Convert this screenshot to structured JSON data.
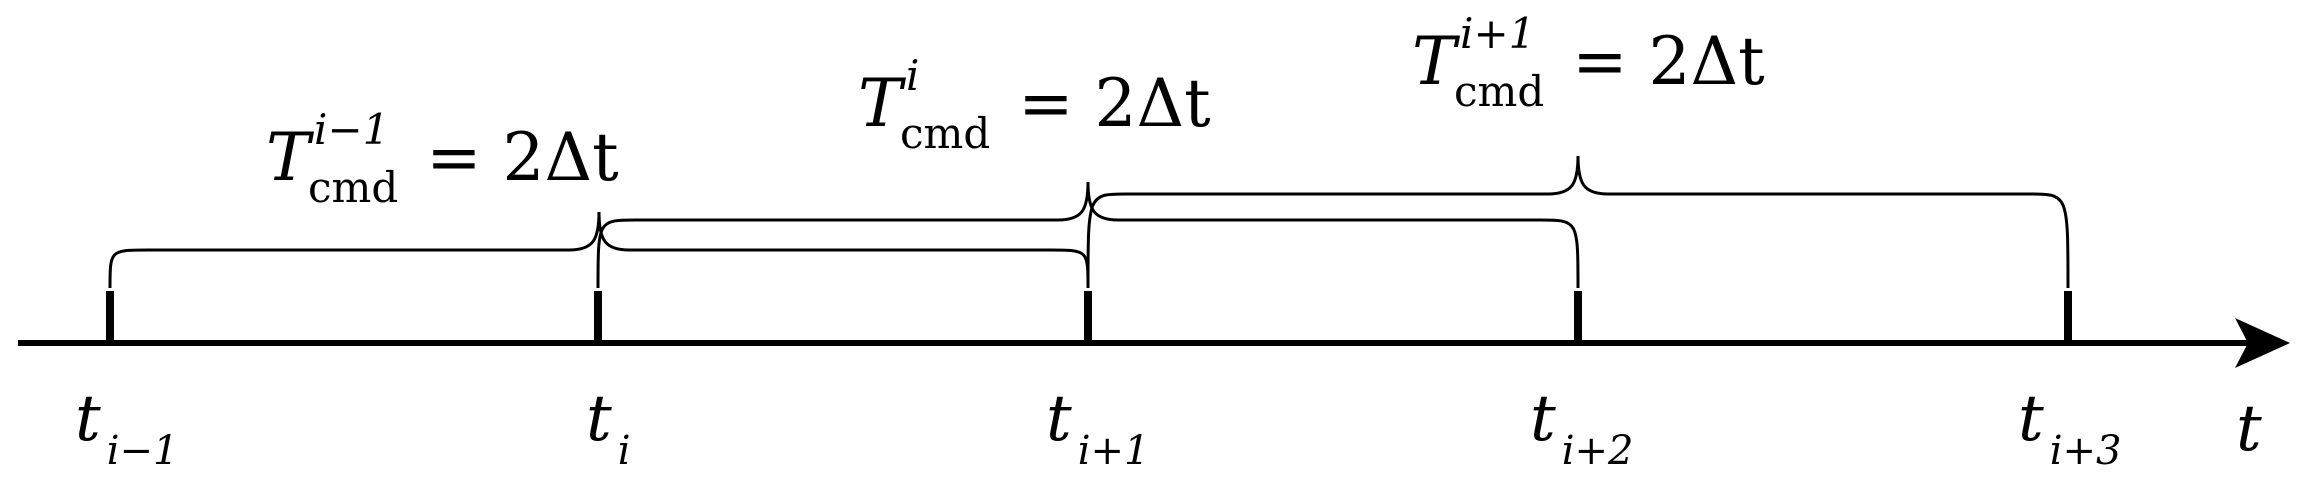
{
  "timeline": {
    "axis_label": "t",
    "ticks": [
      {
        "base": "t",
        "sub": "i−1"
      },
      {
        "base": "t",
        "sub": "i"
      },
      {
        "base": "t",
        "sub": "i+1"
      },
      {
        "base": "t",
        "sub": "i+2"
      },
      {
        "base": "t",
        "sub": "i+3"
      }
    ]
  },
  "intervals": [
    {
      "symbol": "T",
      "sup": "i−1",
      "sub": "cmd",
      "eq": "= 2Δt",
      "from_tick": 0,
      "to_tick": 2
    },
    {
      "symbol": "T",
      "sup": "i",
      "sub": "cmd",
      "eq": "= 2Δt",
      "from_tick": 1,
      "to_tick": 3
    },
    {
      "symbol": "T",
      "sup": "i+1",
      "sub": "cmd",
      "eq": "= 2Δt",
      "from_tick": 2,
      "to_tick": 4
    }
  ],
  "colors": {
    "ink": "#000000",
    "background": "#ffffff"
  }
}
